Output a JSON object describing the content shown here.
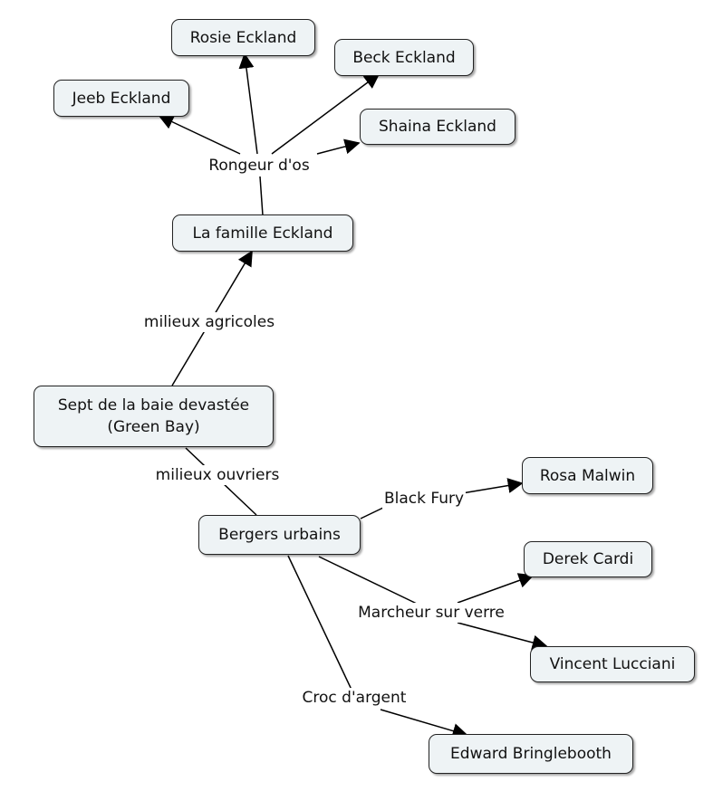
{
  "nodes": {
    "rosie": "Rosie Eckland",
    "beck": "Beck Eckland",
    "jeeb": "Jeeb Eckland",
    "shaina": "Shaina Eckland",
    "famille": "La famille Eckland",
    "sept": "Sept de la baie devastée\n(Green Bay)",
    "bergers": "Bergers urbains",
    "rosa": "Rosa Malwin",
    "derek": "Derek Cardi",
    "vincent": "Vincent Lucciani",
    "edward": "Edward Bringlebooth"
  },
  "links": {
    "rongeur": "Rongeur d'os",
    "agricoles": "milieux agricoles",
    "ouvriers": "milieux ouvriers",
    "black_fury": "Black Fury",
    "marcheur": "Marcheur sur verre",
    "croc": "Croc d'argent"
  },
  "colors": {
    "node_fill": "#eef3f5",
    "node_border": "#222222",
    "line": "#000000"
  }
}
